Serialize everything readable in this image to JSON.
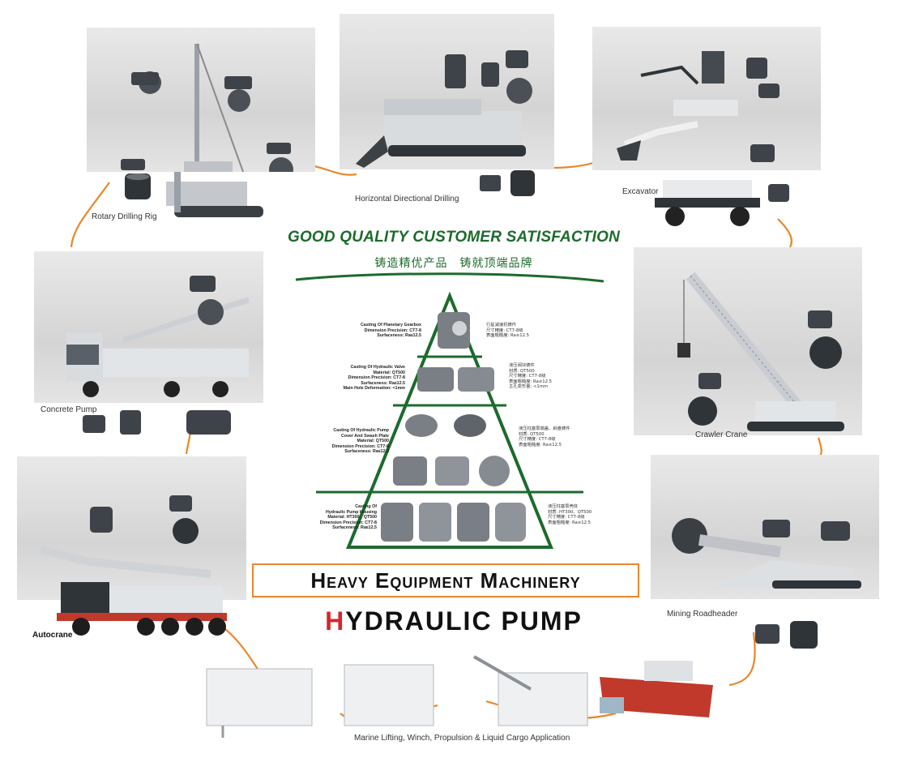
{
  "captions": {
    "rotary": "Rotary Drilling Rig",
    "hdd": "Horizontal Directional Drilling",
    "excavator": "Excavator",
    "concrete": "Concrete Pump",
    "crawler": "Crawler Crane",
    "autocrane": "Autocrane",
    "mining": "Mining Roadheader",
    "marine": "Marine Lifting, Winch, Propulsion & Liquid Cargo Application"
  },
  "headline": "GOOD QUALITY CUSTOMER SATISFACTION",
  "subheadline": "铸造精优产品　铸就顶端品牌",
  "pyramid": {
    "tiers": [
      {
        "label": "Casting Of Planetary Gearbox\nDimension Precision: CT7-8\nSurfaceness: Ra≤12.5",
        "note": "行星减速机铸件\n尺寸精度: CT7-8级\n表面粗糙度: Ra≤12.5"
      },
      {
        "label": "Casting Of Hydraulic Valve\nMaterial: QT500\nDimension Precision: CT7-8\nSurfaceness: Ra≤12.5\nMain Hole Deformation: <1mm",
        "note": "液压阀块铸件\n材质: QT500\n尺寸精度: CT7-8级\n表面粗糙度: Ra≤12.5\n主孔变形量: <1mm"
      },
      {
        "label": "Casting Of Hydraulic Pump\nCover And Swash Plate\nMaterial: QT500\nDimension Precision: CT7-8\nSurfaceness: Ra≤12.5",
        "note": "液压柱塞泵端盖、斜盘铸件\n材质: QT500\n尺寸精度: CT7-8级\n表面粗糙度: Ra≤12.5"
      },
      {
        "label": "Casting Of\nHydraulic Pump Housing\nMaterial: HT300、QT500\nDimension Precision: CT7-8\nSurfaceness: Ra≤12.5",
        "note": "液压柱塞泵壳体\n材质: HT300、QT500\n尺寸精度: CT7-8级\n表面粗糙度: Ra≤12.5"
      }
    ]
  },
  "title_main": "Heavy Equipment Machinery",
  "pump_title": {
    "first": "H",
    "rest": "YDRAULIC PUMP"
  },
  "colors": {
    "accent_orange": "#e8872a",
    "green": "#1c6b2c",
    "red": "#d6262a",
    "panel_grey": "#dcdcdc"
  },
  "icons": [
    "hydraulic-motor-icon",
    "gearbox-icon",
    "valve-block-icon"
  ]
}
